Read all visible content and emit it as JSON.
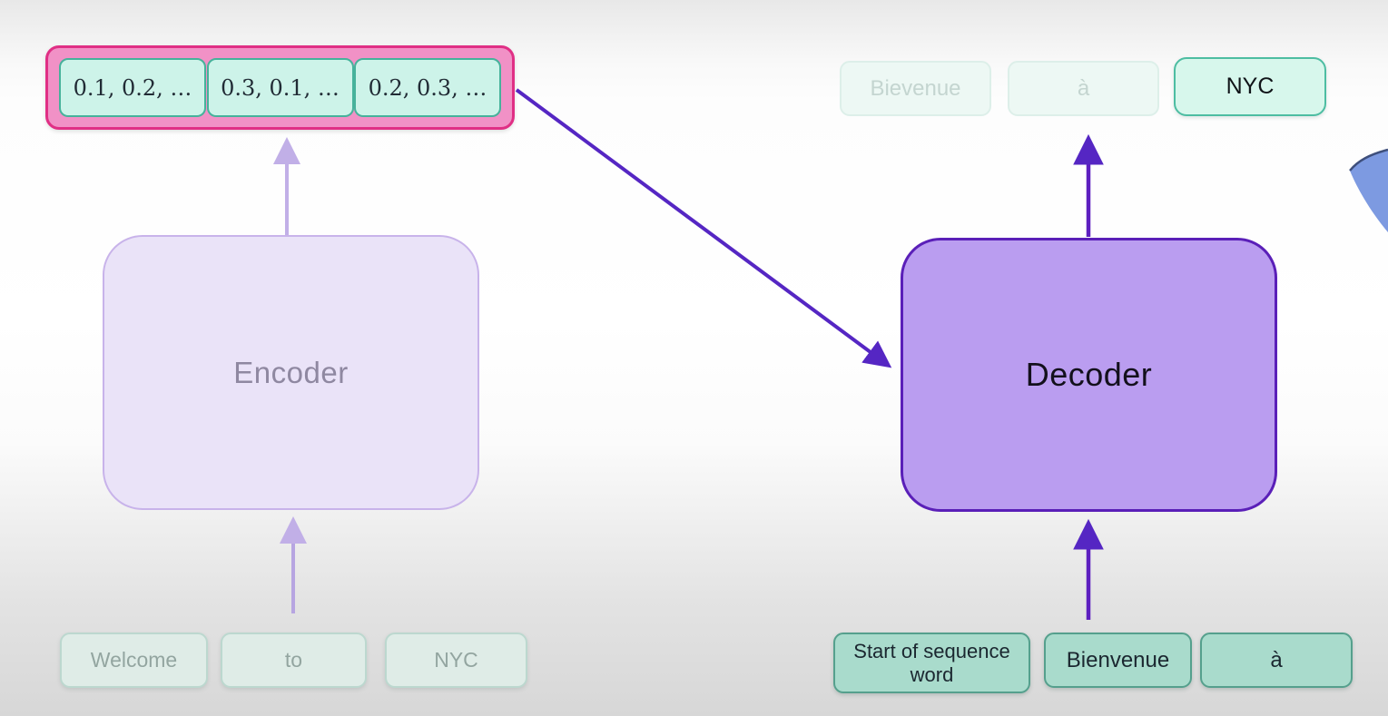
{
  "diagram": {
    "description": "Encoder-Decoder sequence-to-sequence translation diagram",
    "embedding_vectors": [
      "0.1, 0.2, …",
      "0.3, 0.1, …",
      "0.2, 0.3, …"
    ],
    "encoder": {
      "label": "Encoder",
      "state": "faded"
    },
    "decoder": {
      "label": "Decoder",
      "state": "active"
    },
    "source_tokens": [
      "Welcome",
      "to",
      "NYC"
    ],
    "output_tokens": [
      {
        "label": "Bievenue",
        "state": "ghost"
      },
      {
        "label": "à",
        "state": "ghost"
      },
      {
        "label": "NYC",
        "state": "active"
      }
    ],
    "decoder_input_tokens": [
      "Start of sequence word",
      "Bienvenue",
      "à"
    ],
    "colors": {
      "pink_container_fill": "#f191c6",
      "pink_container_border": "#e02f85",
      "vector_chip_fill": "#cdf3e9",
      "vector_chip_border": "#46b29b",
      "encoder_fill": "#eae3f8",
      "encoder_border": "#c8b3ea",
      "decoder_fill": "#ba9df0",
      "decoder_border": "#5a1fb8",
      "arrow_solid_purple": "#5526c3",
      "arrow_faded_lavender": "#c1afe7",
      "active_token_fill": "#d7f7ec",
      "active_token_border": "#4dbda2",
      "decoder_input_fill": "#a9dbcc",
      "decoder_input_border": "#55a08d",
      "cursor_blue": "#7d9ae1"
    }
  }
}
